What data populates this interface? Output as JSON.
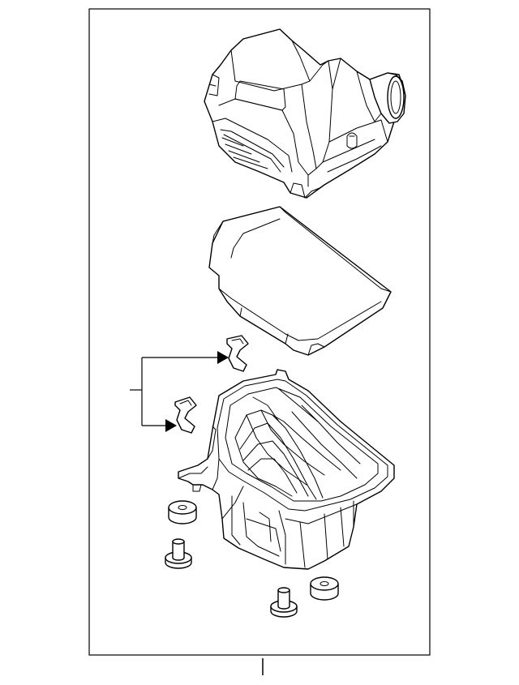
{
  "diagram": {
    "description": "",
    "parts": [
      {
        "id": "upper-cover"
      },
      {
        "id": "filter-element"
      },
      {
        "id": "clip-upper"
      },
      {
        "id": "clip-lower"
      },
      {
        "id": "lower-housing"
      },
      {
        "id": "grommet-left"
      },
      {
        "id": "grommet-right"
      },
      {
        "id": "stud-left"
      },
      {
        "id": "stud-right"
      }
    ],
    "colors": {
      "line": "#000000",
      "background": "#ffffff",
      "arrow": "#000000"
    }
  }
}
